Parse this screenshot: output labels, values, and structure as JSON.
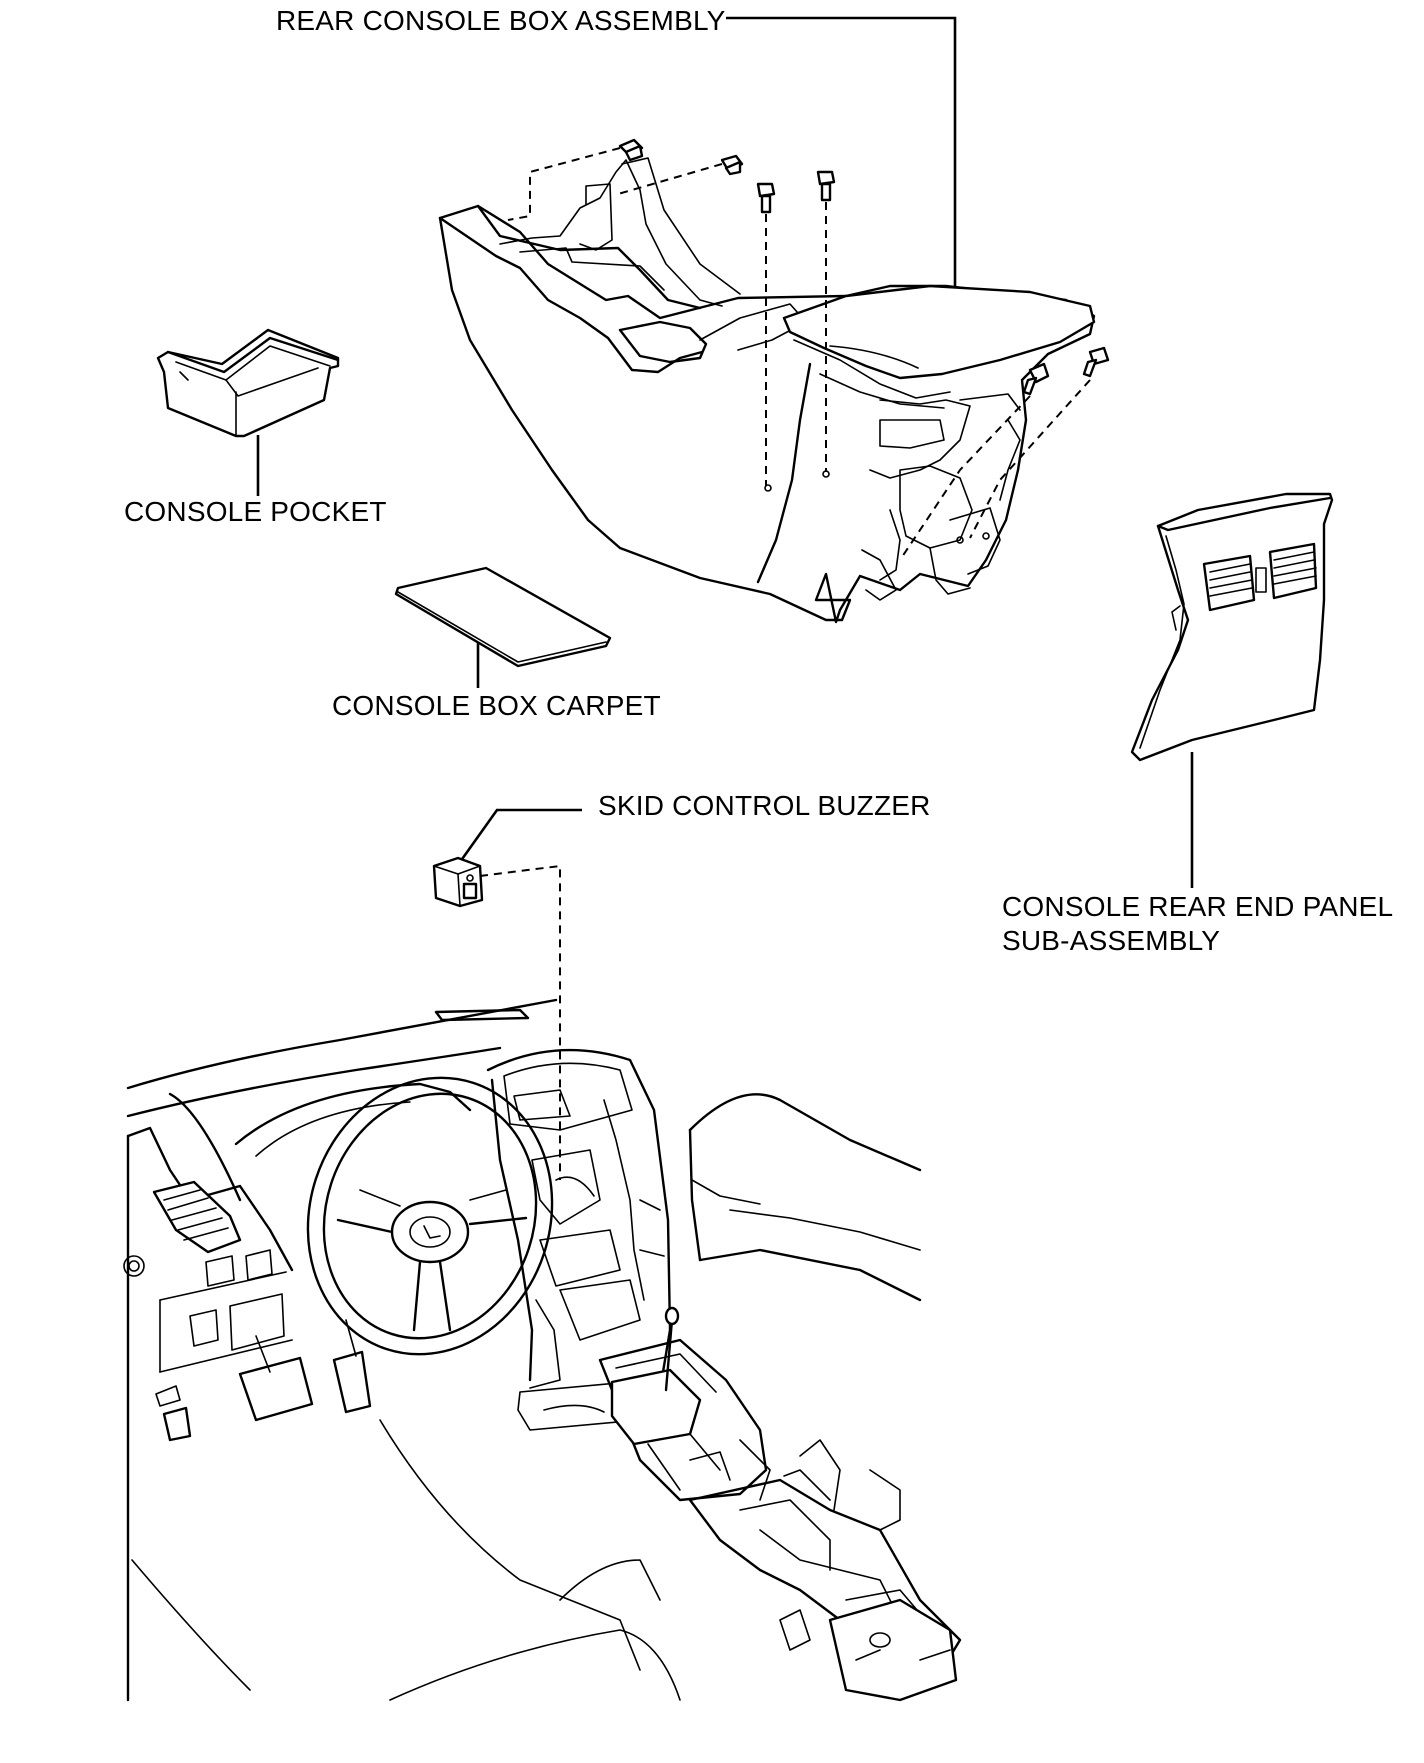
{
  "labels": {
    "rear_console_box_assembly": "REAR CONSOLE BOX ASSEMBLY",
    "console_pocket": "CONSOLE POCKET",
    "console_box_carpet": "CONSOLE BOX CARPET",
    "skid_control_buzzer": "SKID CONTROL BUZZER",
    "console_rear_end_panel_line1": "CONSOLE REAR END PANEL",
    "console_rear_end_panel_line2": "SUB-ASSEMBLY"
  }
}
